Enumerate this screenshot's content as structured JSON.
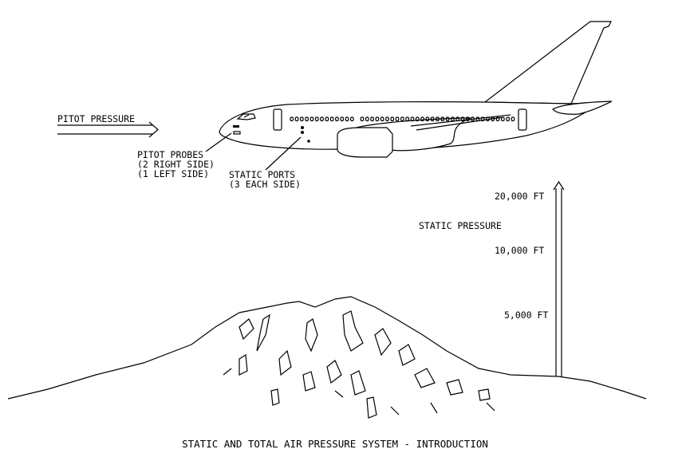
{
  "labels": {
    "pitot_pressure": "PITOT PRESSURE",
    "pitot_probes": [
      "PITOT PROBES",
      "(2 RIGHT SIDE)",
      "(1 LEFT SIDE)"
    ],
    "static_ports": [
      "STATIC PORTS",
      "(3 EACH SIDE)"
    ],
    "static_pressure": "STATIC PRESSURE",
    "altitudes": [
      "20,000 FT",
      "10,000 FT",
      "5,000 FT"
    ]
  },
  "title": "STATIC AND TOTAL AIR PRESSURE SYSTEM - INTRODUCTION"
}
